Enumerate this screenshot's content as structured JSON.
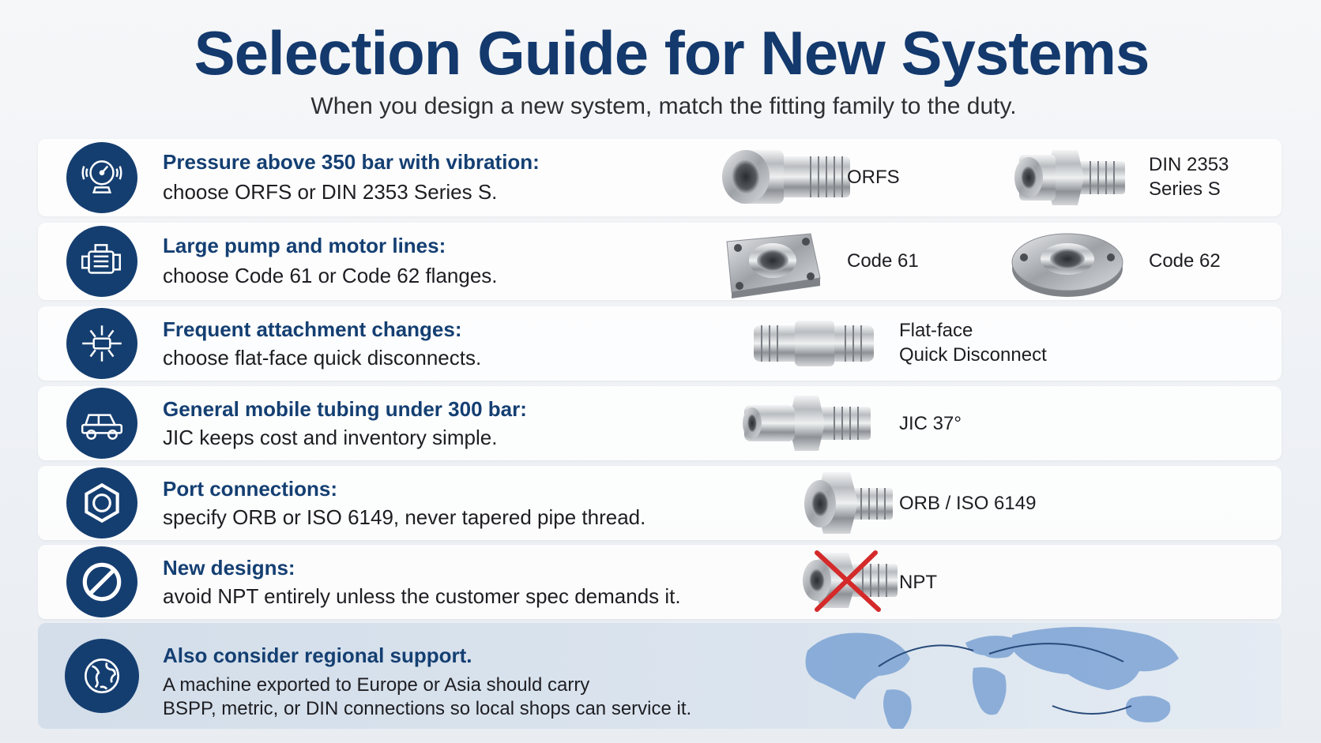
{
  "header": {
    "title": "Selection Guide for New Systems",
    "subtitle": "When you design a new system, match the fitting family to the duty."
  },
  "rows": [
    {
      "icon": "pressure-gauge-icon",
      "heading": "Pressure above 350 bar with vibration:",
      "body": "choose ORFS or DIN 2353 Series S.",
      "fittings": [
        {
          "label": "ORFS"
        },
        {
          "label_line1": "DIN 2353",
          "label_line2": "Series S"
        }
      ]
    },
    {
      "icon": "pump-motor-icon",
      "heading": "Large pump and motor lines:",
      "body": "choose Code 61 or Code 62 flanges.",
      "fittings": [
        {
          "label": "Code 61"
        },
        {
          "label": "Code 62"
        }
      ]
    },
    {
      "icon": "quick-disconnect-icon",
      "heading": "Frequent attachment changes:",
      "body": "choose flat-face quick disconnects.",
      "fittings": [
        {
          "label_line1": "Flat-face",
          "label_line2": "Quick Disconnect"
        }
      ]
    },
    {
      "icon": "mobile-vehicle-icon",
      "heading": "General mobile tubing under 300 bar:",
      "body": "JIC keeps cost and inventory simple.",
      "fittings": [
        {
          "label": "JIC 37°"
        }
      ]
    },
    {
      "icon": "hex-nut-icon",
      "heading": "Port connections:",
      "body": "specify ORB or ISO 6149, never tapered pipe thread.",
      "fittings": [
        {
          "label": "ORB / ISO 6149"
        }
      ]
    },
    {
      "icon": "prohibited-icon",
      "heading": "New designs:",
      "body": "avoid NPT entirely unless the customer spec demands it.",
      "fittings": [
        {
          "label": "NPT"
        }
      ]
    }
  ],
  "regional": {
    "icon": "globe-icon",
    "heading": "Also consider regional support.",
    "body_line1": "A machine exported to Europe or Asia should carry",
    "body_line2": "BSPP, metric, or DIN connections so local shops can service it."
  },
  "colors": {
    "brand_navy": "#153e70",
    "heading_blue": "#143f72",
    "reject_red": "#d42a2a"
  }
}
